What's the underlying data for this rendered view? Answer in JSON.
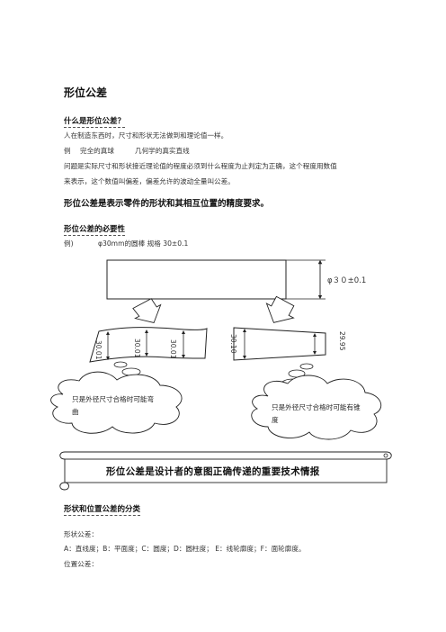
{
  "title": "形位公差",
  "section1": {
    "heading": "什么是形位公差？",
    "line1": "人在制造东西时，尺寸和形状无法做到和理论值一样。",
    "line2_label": "例",
    "line2_a": "完全的真球",
    "line2_b": "几何学的真实直线",
    "line3": "问题是实际尺寸和形状接近理论值的程度必须到什么程度为止判定为正确，这个程度用数值",
    "line4": "来表示，这个数值叫偏差，偏差允许的波动全量叫公差。"
  },
  "definition": "形位公差是表示零件的形状和其相互位置的精度要求。",
  "section2": {
    "heading": "形位公差的必要性",
    "example_label": "例)",
    "example_text": "φ30mm的圆棒  规格  30±0.1"
  },
  "figure": {
    "dim_label": "φ３０±0.1",
    "bent_dims": [
      "30.01",
      "30.01",
      "30.01"
    ],
    "taper_dims": [
      "30.10",
      "29.95"
    ],
    "cloud_left": "只是外径尺寸合格时可能弯曲",
    "cloud_right": "只是外径尺寸合格时可能有锥度",
    "banner": "形位公差是设计者的意图正确传递的重要技术情报"
  },
  "section3": {
    "heading": "形状和位置公差的分类",
    "shape_label": "形状公差：",
    "shape_items": "A：直线度；B：平面度；C：圆度；D：圆柱度；  E：线轮廓度；F：面轮廓度。",
    "position_label": "位置公差："
  }
}
